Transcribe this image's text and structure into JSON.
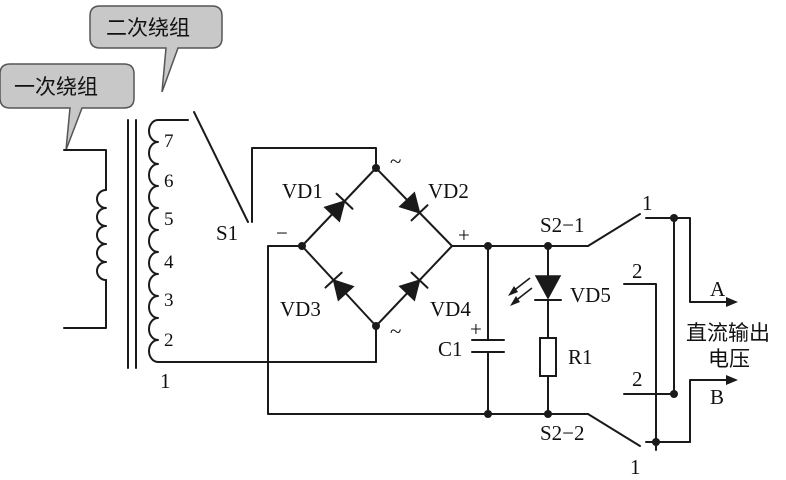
{
  "callouts": {
    "secondary_winding": "二次绕组",
    "primary_winding": "一次绕组"
  },
  "transformer": {
    "taps": [
      "7",
      "6",
      "5",
      "4",
      "3",
      "2"
    ],
    "bottom_tap": "1"
  },
  "switch_s1": {
    "label": "S1"
  },
  "bridge": {
    "vd1": "VD1",
    "vd2": "VD2",
    "vd3": "VD3",
    "vd4": "VD4",
    "ac_top": "~",
    "ac_bottom": "~",
    "neg": "−",
    "pos": "+"
  },
  "capacitor": {
    "label": "C1",
    "polarity": "+"
  },
  "led": {
    "label": "VD5"
  },
  "resistor": {
    "label": "R1"
  },
  "switch_s2_1": {
    "label": "S2−1",
    "pos1": "1",
    "pos2": "2"
  },
  "switch_s2_2": {
    "label": "S2−2",
    "pos1": "1",
    "pos2": "2"
  },
  "output": {
    "terminal_a": "A",
    "terminal_b": "B",
    "line1": "直流输出",
    "line2": "电压"
  }
}
